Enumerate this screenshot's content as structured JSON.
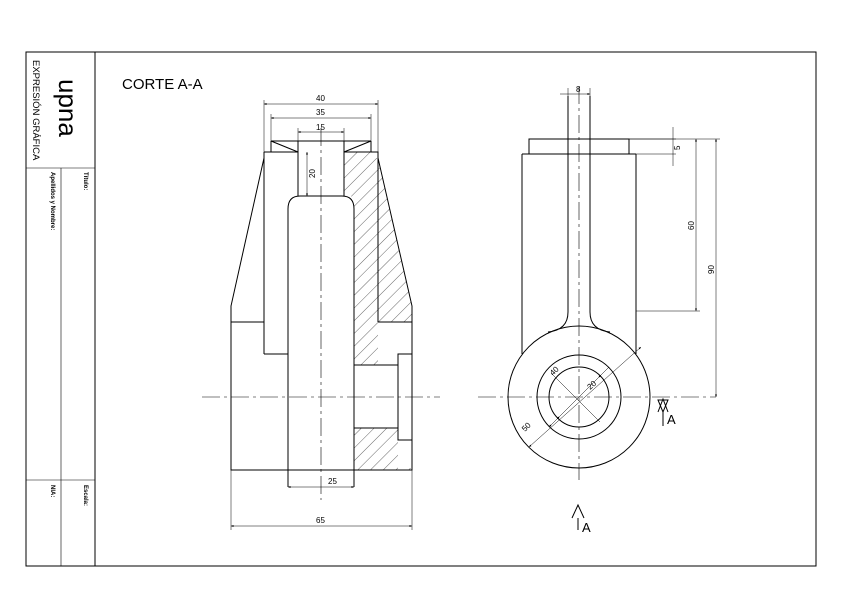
{
  "title_block": {
    "institution": "upna",
    "department": "EXPRESIÓN GRÁFICA",
    "titulo_label": "Título:",
    "apellidos_label": "Apellidos y Nombre:",
    "escala_label": "Escala:",
    "nia_label": "NIA:"
  },
  "drawing": {
    "section_title": "CORTE A-A",
    "cut_label": "A",
    "dims": {
      "d40": "40",
      "d35": "35",
      "d15": "15",
      "d20v": "20",
      "d25": "25",
      "d65": "65",
      "d8": "8",
      "d5": "5",
      "d60": "60",
      "d90": "90",
      "d20": "20",
      "d40r": "40",
      "d50": "50"
    }
  }
}
